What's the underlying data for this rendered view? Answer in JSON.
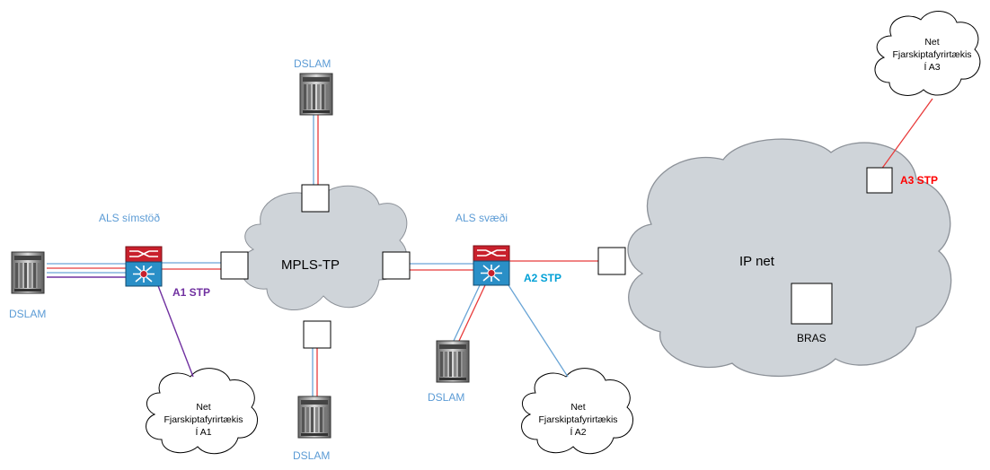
{
  "labels": {
    "dslam_top": "DSLAM",
    "dslam_left": "DSLAM",
    "dslam_bottom": "DSLAM",
    "dslam_svaedi": "DSLAM",
    "als_simstod": "ALS símstöð",
    "als_svaedi": "ALS svæði",
    "mpls": "MPLS-TP",
    "ipnet": "IP net",
    "bras": "BRAS"
  },
  "stp": {
    "a1": "A1 STP",
    "a2": "A2 STP",
    "a3": "A3 STP"
  },
  "clouds": {
    "a1": {
      "line1": "Net",
      "line2": "Fjarskiptafyrirtækis",
      "line3": "Í A1"
    },
    "a2": {
      "line1": "Net",
      "line2": "Fjarskiptafyrirtækis",
      "line3": "Í A2"
    },
    "a3": {
      "line1": "Net",
      "line2": "Fjarskiptafyrirtækis",
      "line3": "Í A3"
    }
  },
  "colors": {
    "label_blue": "#5b9bd5",
    "link_red": "#e83a3a",
    "link_blue": "#6aa5d6",
    "link_purple": "#7030a0",
    "stp_red": "#ff0000",
    "stp_blue": "#00a0d6",
    "stp_purple": "#7030a0",
    "cloud_fill": "#cfd4d9",
    "switch_red": "#c8202c",
    "switch_blue": "#2a8fc7"
  }
}
